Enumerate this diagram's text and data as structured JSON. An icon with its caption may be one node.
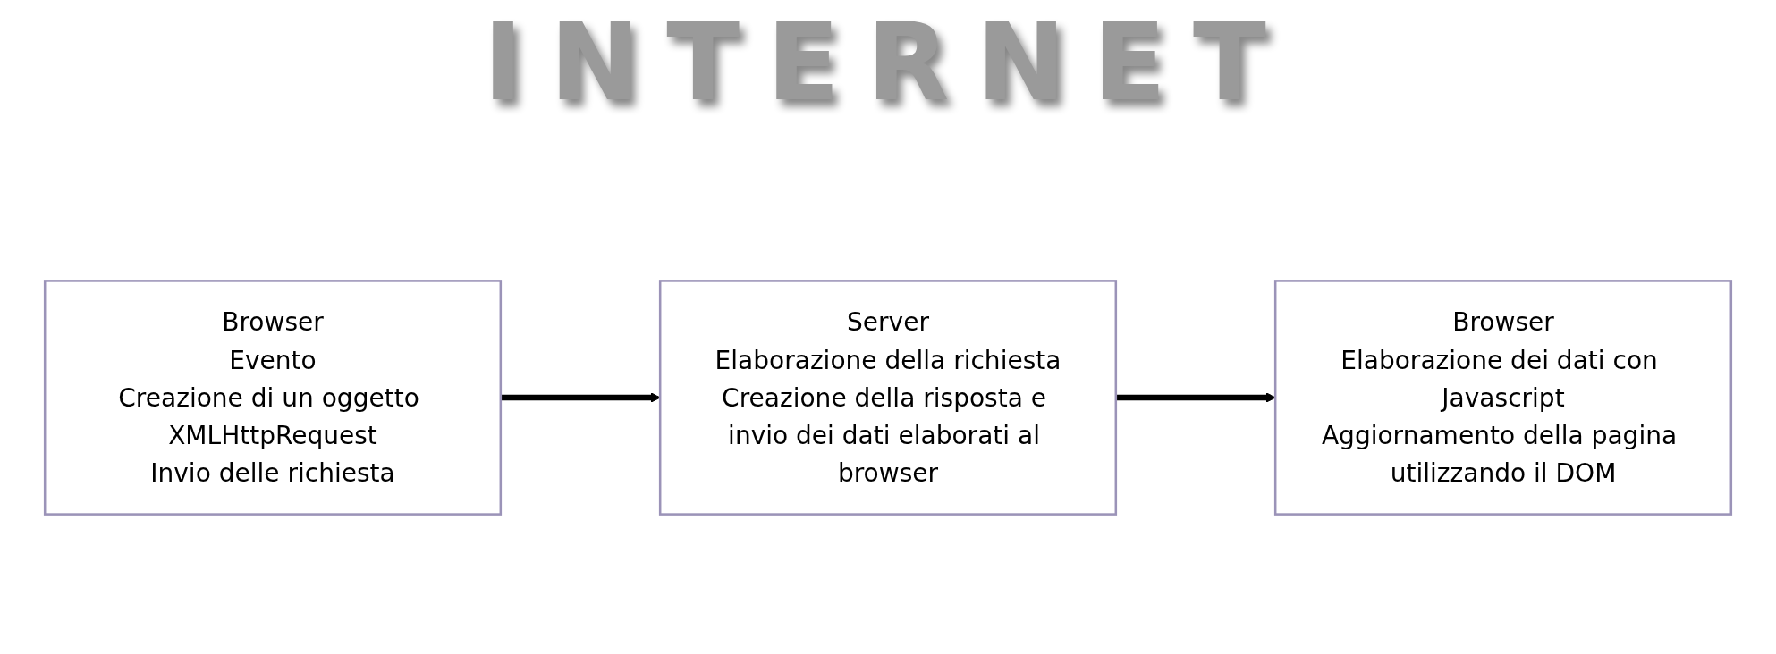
{
  "diagram": {
    "nodes": [
      {
        "text": [
          "Browser",
          "Evento",
          "Creazione di un oggetto XMLHttpRequest",
          "Invio delle richiesta"
        ]
      },
      {
        "text": [
          "Server",
          "Elaborazione della richiesta",
          "Creazione della risposta e invio dei dati elaborati al browser"
        ]
      },
      {
        "text": [
          "Browser",
          "Elaborazione dei dati con Javascript",
          "Aggiornamento della pagina utilizzando il DOM"
        ]
      }
    ],
    "edges": [
      {
        "from": 0,
        "to": 1,
        "arrow": "to"
      },
      {
        "from": 1,
        "to": 2,
        "arrow": "to"
      }
    ],
    "labels": [
      "INTERNET"
    ]
  }
}
